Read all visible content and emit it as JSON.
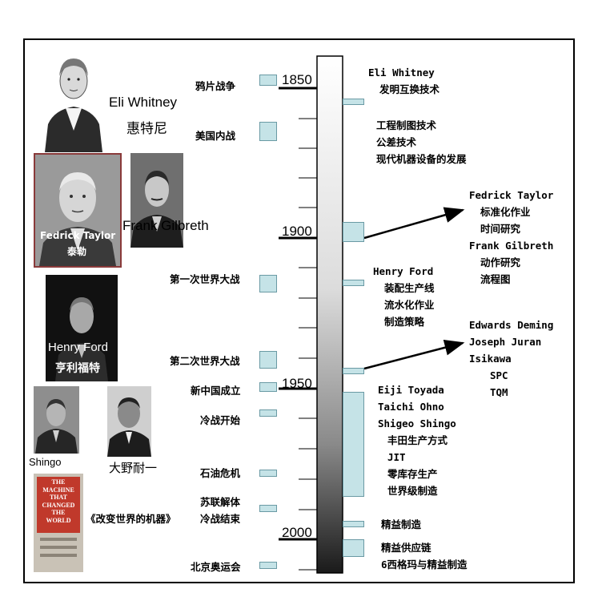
{
  "people": {
    "whitney": {
      "en": "Eli Whitney",
      "zh": "惠特尼"
    },
    "taylor": {
      "en": "Fedrick Taylor",
      "zh": "泰勒"
    },
    "gilbreth": {
      "en": "Frank Gilbreth"
    },
    "ford": {
      "en": "Henry Ford",
      "zh": "亨利福特"
    },
    "shingo": {
      "en": "Shingo"
    },
    "ohno": {
      "zh": "大野耐一"
    },
    "book": {
      "title_lines": [
        "THE",
        "MACHINE",
        "THAT",
        "CHANGED",
        "THE",
        "WORLD"
      ],
      "caption": "《改变世界的机器》"
    }
  },
  "years": [
    "1850",
    "1900",
    "1950",
    "2000"
  ],
  "events": [
    "鸦片战争",
    "美国内战",
    "第一次世界大战",
    "第二次世界大战",
    "新中国成立",
    "冷战开始",
    "石油危机",
    "苏联解体",
    "冷战结束",
    "北京奥运会"
  ],
  "milestones": {
    "m1": [
      "Eli Whitney",
      "发明互换技术"
    ],
    "m2": [
      "工程制图技术",
      "公差技术",
      "现代机器设备的发展"
    ],
    "m3": [
      "Fedrick Taylor",
      "标准化作业",
      "时间研究",
      "Frank Gilbreth",
      "动作研究",
      "流程图"
    ],
    "m4": [
      "Henry Ford",
      "装配生产线",
      "流水化作业",
      "制造策略"
    ],
    "m5": [
      "Edwards Deming",
      "Joseph Juran",
      "Isikawa",
      "SPC",
      "TQM"
    ],
    "m6": [
      "Eiji Toyada",
      "Taichi Ohno",
      "Shigeo Shingo",
      "丰田生产方式",
      "JIT",
      "零库存生产",
      "世界级制造"
    ],
    "m7": [
      "精益制造"
    ],
    "m8": [
      "精益供应链",
      "6西格玛与精益制造"
    ]
  },
  "colors": {
    "box_fill": "#c5e3e7",
    "box_border": "#6a9aa4",
    "line": "#000000"
  }
}
